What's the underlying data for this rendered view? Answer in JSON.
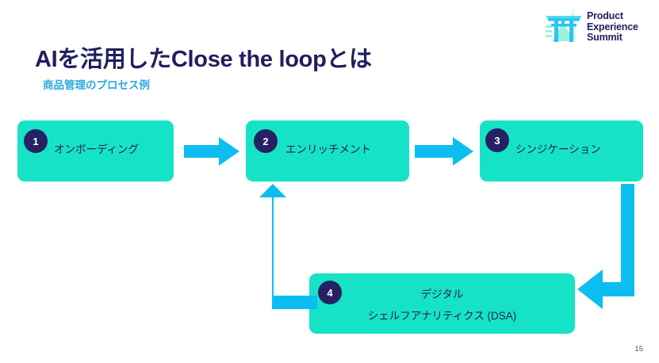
{
  "slide": {
    "title": "AIを活用したClose the loopとは",
    "subtitle": "商品管理のプロセス例",
    "page_number": "15",
    "background_color": "#ffffff"
  },
  "logo": {
    "icon_name": "torii-gate-icon",
    "line1": "Product",
    "line2": "Experience",
    "line3": "Summit",
    "text_color": "#211e5e",
    "mark_color": "#29c6ef",
    "mountain_color": "#9cf0dd"
  },
  "colors": {
    "navy": "#211e5e",
    "teal": "#16e3c6",
    "arrow_blue": "#0cbef0",
    "subtitle_blue": "#29aae3"
  },
  "process": {
    "steps": [
      {
        "number": "1",
        "label": "オンボーディング",
        "label_line2": ""
      },
      {
        "number": "2",
        "label": "エンリッチメント",
        "label_line2": ""
      },
      {
        "number": "3",
        "label": "シンジケーション",
        "label_line2": ""
      },
      {
        "number": "4",
        "label": "デジタル",
        "label_line2": "シェルフアナリティクス (DSA)"
      }
    ],
    "connectors": [
      {
        "name": "arrow-step1-to-step2",
        "direction": "right"
      },
      {
        "name": "arrow-step2-to-step3",
        "direction": "right"
      },
      {
        "name": "arrow-step3-to-step4",
        "direction": "down-left"
      },
      {
        "name": "arrow-step4-to-step2",
        "direction": "up"
      }
    ]
  }
}
